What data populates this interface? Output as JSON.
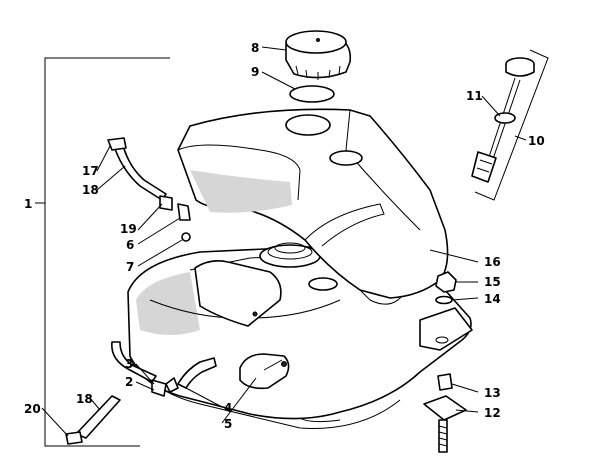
{
  "callouts": {
    "c1": "1",
    "c2": "2",
    "c3": "3",
    "c4": "4",
    "c5": "5",
    "c6": "6",
    "c7": "7",
    "c8": "8",
    "c9": "9",
    "c10": "10",
    "c11": "11",
    "c12": "12",
    "c13": "13",
    "c14": "14",
    "c15": "15",
    "c16": "16",
    "c17": "17",
    "c18a": "18",
    "c18b": "18",
    "c19": "19",
    "c20": "20"
  }
}
